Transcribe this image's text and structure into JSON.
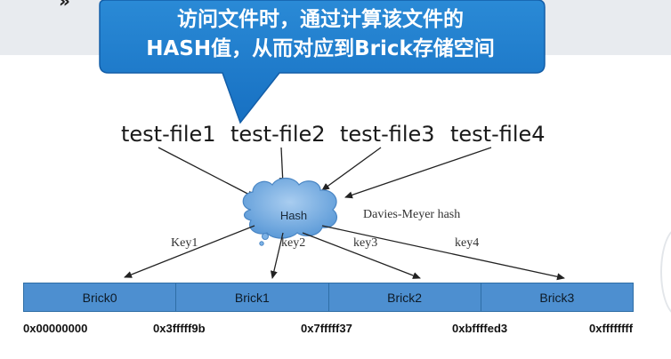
{
  "callout": {
    "line1": "访问文件时，通过计算该文件的",
    "line2": "HASH值，从而对应到Brick存储空间"
  },
  "files": [
    {
      "label": "test-file1"
    },
    {
      "label": "test-file2"
    },
    {
      "label": "test-file3"
    },
    {
      "label": "test-file4"
    }
  ],
  "hash": {
    "label": "Hash",
    "name": "Davies-Meyer hash"
  },
  "keys": [
    {
      "label": "Key1"
    },
    {
      "label": "key2"
    },
    {
      "label": "key3"
    },
    {
      "label": "key4"
    }
  ],
  "bricks": [
    {
      "label": "Brick0"
    },
    {
      "label": "Brick1"
    },
    {
      "label": "Brick2"
    },
    {
      "label": "Brick3"
    }
  ],
  "addresses": [
    {
      "label": "0x00000000"
    },
    {
      "label": "0x3fffff9b"
    },
    {
      "label": "0x7fffff37"
    },
    {
      "label": "0xbffffed3"
    },
    {
      "label": "0xffffffff"
    }
  ],
  "colors": {
    "callout_fill": "#1f7fcf",
    "brick_fill": "#4d8fd0",
    "cloud_fill": "#7eb3e6"
  }
}
